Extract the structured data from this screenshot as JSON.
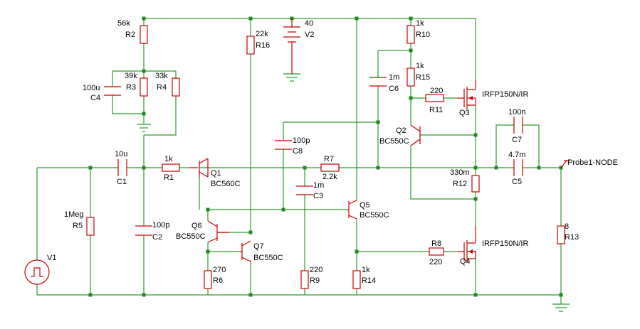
{
  "components": {
    "R2": {
      "name": "R2",
      "value": "56k"
    },
    "R3": {
      "name": "R3",
      "value": "39k"
    },
    "R4": {
      "name": "R4",
      "value": "33k"
    },
    "C4": {
      "name": "C4",
      "value": "100u"
    },
    "R16": {
      "name": "R16",
      "value": "22k"
    },
    "V2": {
      "name": "V2",
      "value": "40"
    },
    "R10": {
      "name": "R10",
      "value": "1k"
    },
    "R15": {
      "name": "R15",
      "value": "1k"
    },
    "C6": {
      "name": "C6",
      "value": "1m"
    },
    "R11": {
      "name": "R11",
      "value": "220"
    },
    "Q3": {
      "name": "Q3",
      "value": "IRFP150N/IR"
    },
    "Q2": {
      "name": "Q2",
      "value": "BC550C"
    },
    "C8": {
      "name": "C8",
      "value": "100p"
    },
    "C7": {
      "name": "C7",
      "value": "100n"
    },
    "C1": {
      "name": "C1",
      "value": "10u"
    },
    "R1": {
      "name": "R1",
      "value": "1k"
    },
    "Q1": {
      "name": "Q1",
      "value": "BC560C"
    },
    "R7": {
      "name": "R7",
      "value": "2.2k"
    },
    "C5": {
      "name": "C5",
      "value": "4.7m"
    },
    "R12": {
      "name": "R12",
      "value": "330m"
    },
    "C3": {
      "name": "C3",
      "value": "1m"
    },
    "R5": {
      "name": "R5",
      "value": "1Meg"
    },
    "C2": {
      "name": "C2",
      "value": "100p"
    },
    "Q5": {
      "name": "Q5",
      "value": "BC550C"
    },
    "Q6": {
      "name": "Q6",
      "value": "BC550C"
    },
    "Q7": {
      "name": "Q7",
      "value": "BC550C"
    },
    "R8": {
      "name": "R8",
      "value": "220"
    },
    "Q4": {
      "name": "Q4",
      "value": "IRFP150N/IR"
    },
    "R13": {
      "name": "R13",
      "value": "8"
    },
    "V1": {
      "name": "V1"
    },
    "R6": {
      "name": "R6",
      "value": "270"
    },
    "R9": {
      "name": "R9",
      "value": "220"
    },
    "R14": {
      "name": "R14",
      "value": "1k"
    }
  },
  "probe": {
    "label": "Probe1-NODE"
  }
}
